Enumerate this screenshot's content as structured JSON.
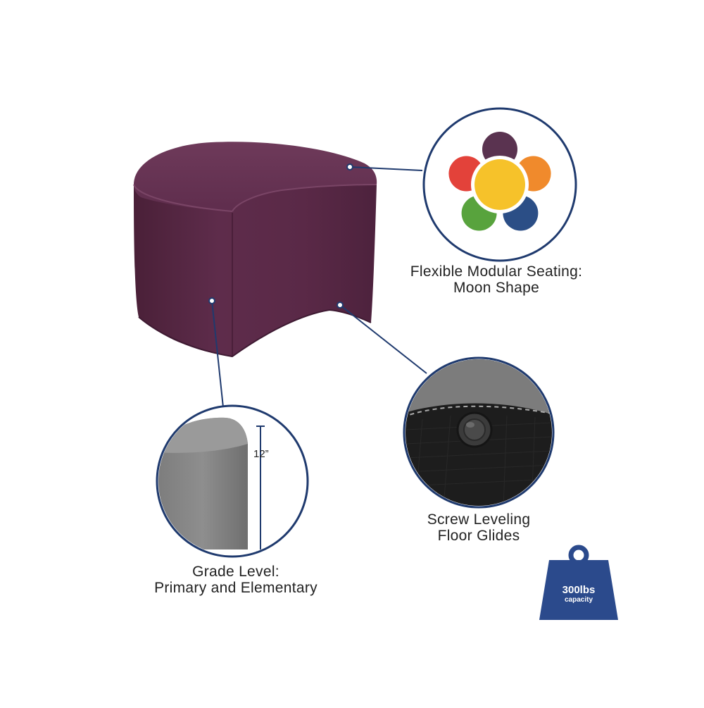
{
  "features": {
    "modular": {
      "line1": "Flexible Modular Seating:",
      "line2": "Moon Shape",
      "icon": "color-petal-icon",
      "petal_colors": [
        "#5a3350",
        "#f08a2c",
        "#2b4e86",
        "#58a33d",
        "#e3423a"
      ],
      "center_color": "#f6c22a"
    },
    "glides": {
      "line1": "Screw Leveling",
      "line2": "Floor Glides",
      "icon": "floor-glide-icon"
    },
    "grade": {
      "line1": "Grade Level:",
      "line2": "Primary and Elementary",
      "height_label": "12”",
      "icon": "seat-height-icon"
    }
  },
  "capacity_badge": {
    "weight": "300lbs",
    "label": "capacity",
    "icon": "weight-icon",
    "color": "#2b4a8c"
  },
  "product": {
    "color": "#5c2a4a"
  },
  "accent_color": "#1f3a6e"
}
